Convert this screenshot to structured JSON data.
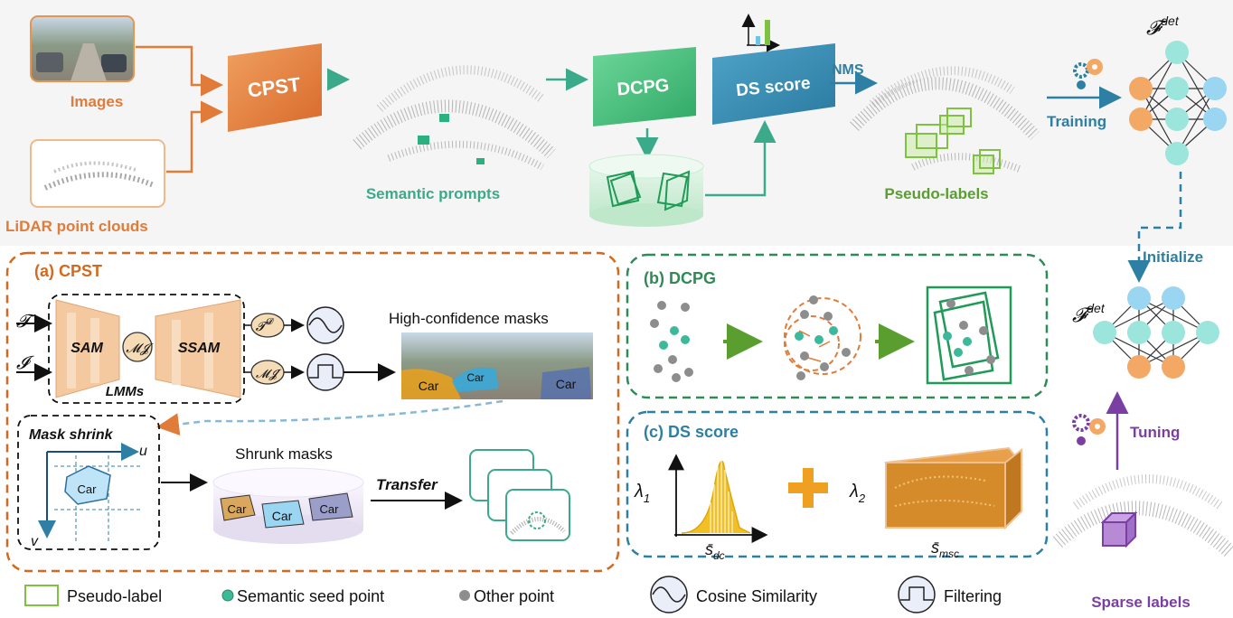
{
  "top": {
    "images_label": "Images",
    "lidar_label": "LiDAR point clouds",
    "cpst_box": "CPST",
    "semantic_prompts": "Semantic prompts",
    "dcpg_box": "DCPG",
    "ds_score_box": "DS score",
    "nms": "NMS",
    "pseudo_labels": "Pseudo-labels",
    "training": "Training",
    "fdet_top": "𝓕",
    "fdet_sup": "det"
  },
  "right": {
    "initialize": "Initialize",
    "fdet": "𝓕",
    "fdet_sup": "det",
    "tuning": "Tuning",
    "sparse_labels": "Sparse labels"
  },
  "panel_a": {
    "title": "(a) CPST",
    "t_input": "𝓣",
    "i_input": "𝓘",
    "sam": "SAM",
    "ssam": "SSAM",
    "m_j": "𝓜𝓙",
    "lmms": "LMMs",
    "t_d": "𝓣",
    "t_d_sup": "𝓓",
    "m_j_prime": "𝓜𝓙′",
    "high_conf": "High-confidence masks",
    "car1": "Car",
    "car2": "Car",
    "car3": "Car",
    "mask_shrink": "Mask shrink",
    "axis_u": "u",
    "axis_v": "v",
    "car_shrink": "Car",
    "shrunk_masks": "Shrunk masks",
    "s_car1": "Car",
    "s_car2": "Car",
    "s_car3": "Car",
    "transfer": "Transfer"
  },
  "panel_b": {
    "title": "(b) DCPG"
  },
  "panel_c": {
    "title": "(c) DS score",
    "lambda1": "λ",
    "lambda1_sub": "1",
    "lambda2": "λ",
    "lambda2_sub": "2",
    "s_dc": "s̄",
    "s_dc_sub": "dc",
    "s_msc": "s̄",
    "s_msc_sub": "msc"
  },
  "legend": {
    "pseudo_label": "Pseudo-label",
    "seed_point": "Semantic seed point",
    "other_point": "Other point",
    "cosine": "Cosine Similarity",
    "filtering": "Filtering"
  },
  "colors": {
    "orange": "#e07b39",
    "teal": "#3aaa8a",
    "blue": "#2d7fa3",
    "green_box": "#3cb878",
    "dark_green": "#2e8b57",
    "purple": "#7b3fa3",
    "pseudo_green": "#7fc241",
    "node_teal": "#9be5dc",
    "node_orange": "#f3a865",
    "node_blue": "#9ad6f2"
  }
}
